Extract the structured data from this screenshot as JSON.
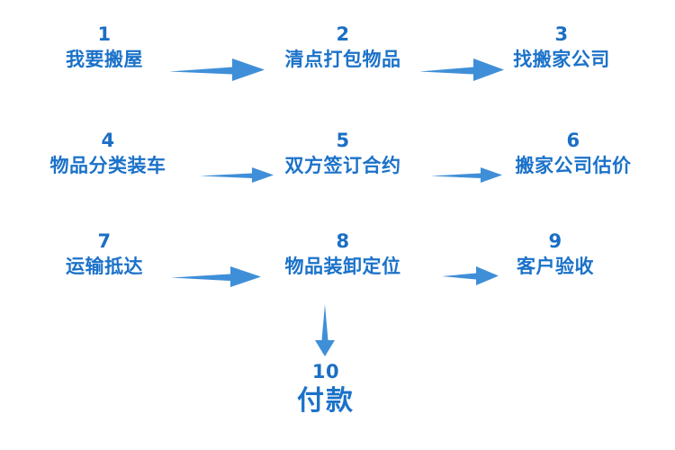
{
  "diagram": {
    "title_text": "",
    "background_color": "#ffffff",
    "text_color": "#1b72c9",
    "number_color": "#1b6fc4",
    "arrow_color": "#3f8fd8",
    "steps": [
      {
        "number": "1",
        "label": "我要搬屋"
      },
      {
        "number": "2",
        "label": "清点打包物品"
      },
      {
        "number": "3",
        "label": "找搬家公司"
      },
      {
        "number": "4",
        "label": "物品分类装车"
      },
      {
        "number": "5",
        "label": "双方签订合约"
      },
      {
        "number": "6",
        "label": "搬家公司估价"
      },
      {
        "number": "7",
        "label": "运输抵达"
      },
      {
        "number": "8",
        "label": "物品装卸定位"
      },
      {
        "number": "9",
        "label": "客户验收"
      },
      {
        "number": "10",
        "label": "付款"
      }
    ],
    "connectors": [
      {
        "name": "arrow-1-to-2",
        "direction": "right"
      },
      {
        "name": "arrow-2-to-3",
        "direction": "right"
      },
      {
        "name": "arrow-4-to-5",
        "direction": "right"
      },
      {
        "name": "arrow-5-to-6",
        "direction": "right"
      },
      {
        "name": "arrow-7-to-8",
        "direction": "right"
      },
      {
        "name": "arrow-8-to-9",
        "direction": "right"
      },
      {
        "name": "arrow-8-to-10",
        "direction": "down"
      }
    ]
  }
}
